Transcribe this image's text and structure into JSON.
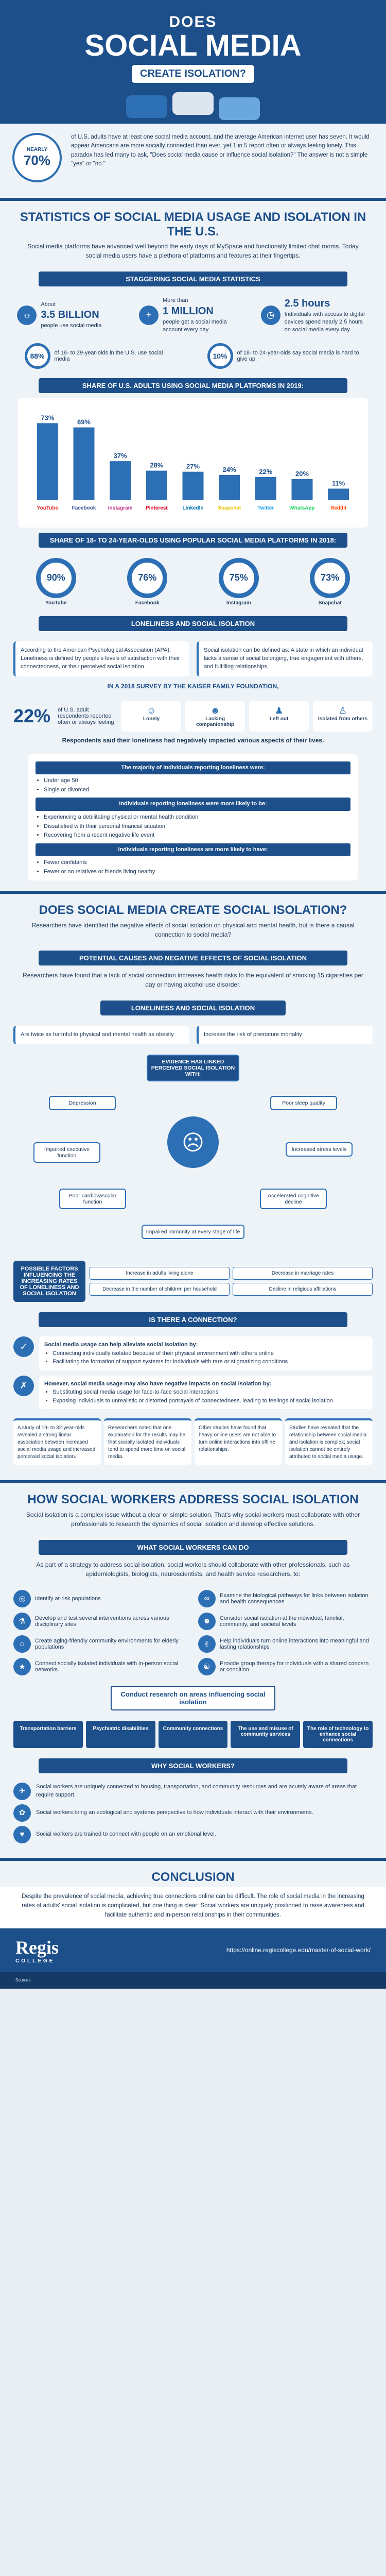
{
  "header": {
    "line1": "DOES",
    "line2": "SOCIAL MEDIA",
    "line3": "CREATE ISOLATION?"
  },
  "intro": {
    "badge_value": "70%",
    "badge_label": "NEARLY",
    "text": "of U.S. adults have at least one social media account, and the average American internet user has seven. It would appear Americans are more socially connected than ever, yet 1 in 5 report often or always feeling lonely. This paradox has led many to ask, \"Does social media cause or influence social isolation?\" The answer is not a simple \"yes\" or \"no.\""
  },
  "stats": {
    "title": "STATISTICS OF SOCIAL MEDIA USAGE AND ISOLATION IN THE U.S.",
    "subtitle": "Social media platforms have advanced well beyond the early days of MySpace and functionally limited chat rooms. Today social media users have a plethora of platforms and features at their fingertips.",
    "bar1": "STAGGERING SOCIAL MEDIA STATISTICS",
    "items": [
      {
        "pre": "About",
        "value": "3.5 BILLION",
        "text": "people use social media"
      },
      {
        "pre": "More than",
        "value": "1 MILLION",
        "text": "people get a social media account every day"
      },
      {
        "pre": "",
        "value": "2.5 hours",
        "text": "Individuals with access to digital devices spend nearly 2.5 hours on social media every day"
      }
    ],
    "pcts": [
      {
        "value": "88%",
        "text": "of 18- to 29-year-olds in the U.S. use social media"
      },
      {
        "value": "10%",
        "text": "of 18- to 24-year-olds say social media is hard to give up."
      }
    ]
  },
  "chart_data": {
    "type": "bar",
    "title": "SHARE OF U.S. ADULTS USING SOCIAL MEDIA PLATFORMS IN 2019:",
    "categories": [
      "YouTube",
      "Facebook",
      "Instagram",
      "Pinterest",
      "LinkedIn",
      "Snapchat",
      "Twitter",
      "WhatsApp",
      "Reddit"
    ],
    "values": [
      73,
      69,
      37,
      28,
      27,
      24,
      22,
      20,
      11
    ],
    "ylim": [
      0,
      80
    ]
  },
  "teens": {
    "title": "SHARE OF 18- TO 24-YEAR-OLDS USING POPULAR SOCIAL MEDIA PLATFORMS IN 2018:",
    "items": [
      {
        "value": "90%",
        "label": "YouTube"
      },
      {
        "value": "76%",
        "label": "Facebook"
      },
      {
        "value": "75%",
        "label": "Instagram"
      },
      {
        "value": "73%",
        "label": "Snapchat"
      }
    ]
  },
  "loneliness": {
    "bar": "LONELINESS AND SOCIAL ISOLATION",
    "left": "According to the American Psychological Association (APA): Loneliness is defined by people's levels of satisfaction with their connectedness, or their perceived social isolation.",
    "right": "Social isolation can be defined as: A state in which an individual lacks a sense of social belonging, true engagement with others, and fulfilling relationships.",
    "survey_head": "IN A 2018 SURVEY BY THE KAISER FAMILY FOUNDATION,",
    "survey_value": "22%",
    "survey_text": "of U.S. adult respondents reported often or always feeling",
    "chips": [
      "Lonely",
      "Lacking companionship",
      "Left out",
      "Isolated from others"
    ],
    "survey_note": "Respondents said their loneliness had negatively impacted various aspects of their lives.",
    "list1_head": "The majority of individuals reporting loneliness were:",
    "list1": [
      "Under age 50",
      "Single or divorced"
    ],
    "list2_head": "Individuals reporting loneliness were more likely to be:",
    "list2": [
      "Experiencing a debilitating physical or mental health condition",
      "Dissatisfied with their personal financial situation",
      "Recovering from a recent negative life event"
    ],
    "list3_head": "Individuals reporting loneliness are more likely to have:",
    "list3": [
      "Fewer confidants",
      "Fewer or no relatives or friends living nearby"
    ]
  },
  "cause": {
    "title": "DOES SOCIAL MEDIA CREATE SOCIAL ISOLATION?",
    "subtitle": "Researchers have identified the negative effects of social isolation on physical and mental health, but is there a causal connection to social media?",
    "bar": "POTENTIAL CAUSES AND NEGATIVE EFFECTS OF SOCIAL ISOLATION",
    "note": "Researchers have found that a lack of social connection increases health risks to the equivalent of smoking 15 cigarettes per day or having alcohol use disorder.",
    "sub_bar": "LONELINESS AND SOCIAL ISOLATION",
    "effects_top": [
      "Are twice as harmful to physical and mental health as obesity",
      "Increase the risk of premature mortality"
    ],
    "effects_head": "EVIDENCE HAS LINKED PERCEIVED SOCIAL ISOLATION WITH:",
    "effects": [
      "Depression",
      "Poor sleep quality",
      "Impaired executive function",
      "Increased stress levels",
      "Poor cardiovascular function",
      "Accelerated cognitive decline",
      "Impaired immunity at every stage of life"
    ],
    "factors_lead": "POSSIBLE FACTORS INFLUENCING THE INCREASING RATES OF LONELINESS AND SOCIAL ISOLATION",
    "factors": [
      "Increase in adults living alone",
      "Decrease in marriage rates",
      "Decrease in the number of children per household",
      "Decline in religious affiliations"
    ]
  },
  "connection": {
    "bar": "IS THERE A CONNECTION?",
    "pos_head": "Social media usage can help alleviate social isolation by:",
    "pos": [
      "Connecting individually isolated because of their physical environment with others online",
      "Facilitating the formation of support systems for individuals with rare or stigmatizing conditions"
    ],
    "neg_head": "However, social media usage may also have negative impacts on social isolation by:",
    "neg": [
      "Substituting social media usage for face-to-face social interactions",
      "Exposing individuals to unrealistic or distorted portrayals of connectedness, leading to feelings of social isolation"
    ],
    "studies": [
      "A study of 19- to 32-year-olds revealed a strong linear association between increased social media usage and increased perceived social isolation.",
      "Researchers noted that one explanation for the results may be that socially isolated individuals tend to spend more time on social media.",
      "Other studies have found that heavy online users are not able to turn online interactions into offline relationships.",
      "Studies have revealed that the relationship between social media and isolation is complex; social isolation cannot be entirely attributed to social media usage."
    ]
  },
  "workers": {
    "title": "HOW SOCIAL WORKERS ADDRESS SOCIAL ISOLATION",
    "subtitle": "Social isolation is a complex issue without a clear or simple solution. That's why social workers must collaborate with other professionals to research the dynamics of social isolation and develop effective solutions.",
    "bar": "WHAT SOCIAL WORKERS CAN DO",
    "lead": "As part of a strategy to address social isolation, social workers should collaborate with other professionals, such as epidemiologists, biologists, neuroscientists, and health service researchers, to:",
    "roles": [
      "Identify at-risk populations",
      "Examine the biological pathways for links between isolation and health consequences",
      "Develop and test several interventions across various disciplinary sites",
      "Consider social isolation at the individual, familial, community, and societal levels",
      "Create aging-friendly community environments for elderly populations",
      "Help individuals turn online interactions into meaningful and lasting relationships",
      "Connect socially isolated individuals with in-person social networks",
      "Provide group therapy for individuals with a shared concern or condition"
    ],
    "research": "Conduct research on areas influencing social isolation",
    "boxes": [
      "Transportation barriers",
      "Psychiatric disabilities",
      "Community connections",
      "The use and misuse of community services",
      "The role of technology to enhance social connections"
    ]
  },
  "why": {
    "bar": "WHY SOCIAL WORKERS?",
    "items": [
      "Social workers are uniquely connected to housing, transportation, and community resources and are acutely aware of areas that require support.",
      "Social workers bring an ecological and systems perspective to how individuals interact with their environments.",
      "Social workers are trained to connect with people on an emotional level."
    ]
  },
  "conclusion": {
    "title": "CONCLUSION",
    "text": "Despite the prevalence of social media, achieving true connections online can be difficult. The role of social media in the increasing rates of adults' social isolation is complicated, but one thing is clear: Social workers are uniquely positioned to raise awareness and facilitate authentic and in-person relationships in their communities."
  },
  "footer": {
    "logo": "Regis",
    "logo_sub": "COLLEGE",
    "url": "https://online.regiscollege.edu/master-of-social-work/"
  },
  "sources": "Sources"
}
